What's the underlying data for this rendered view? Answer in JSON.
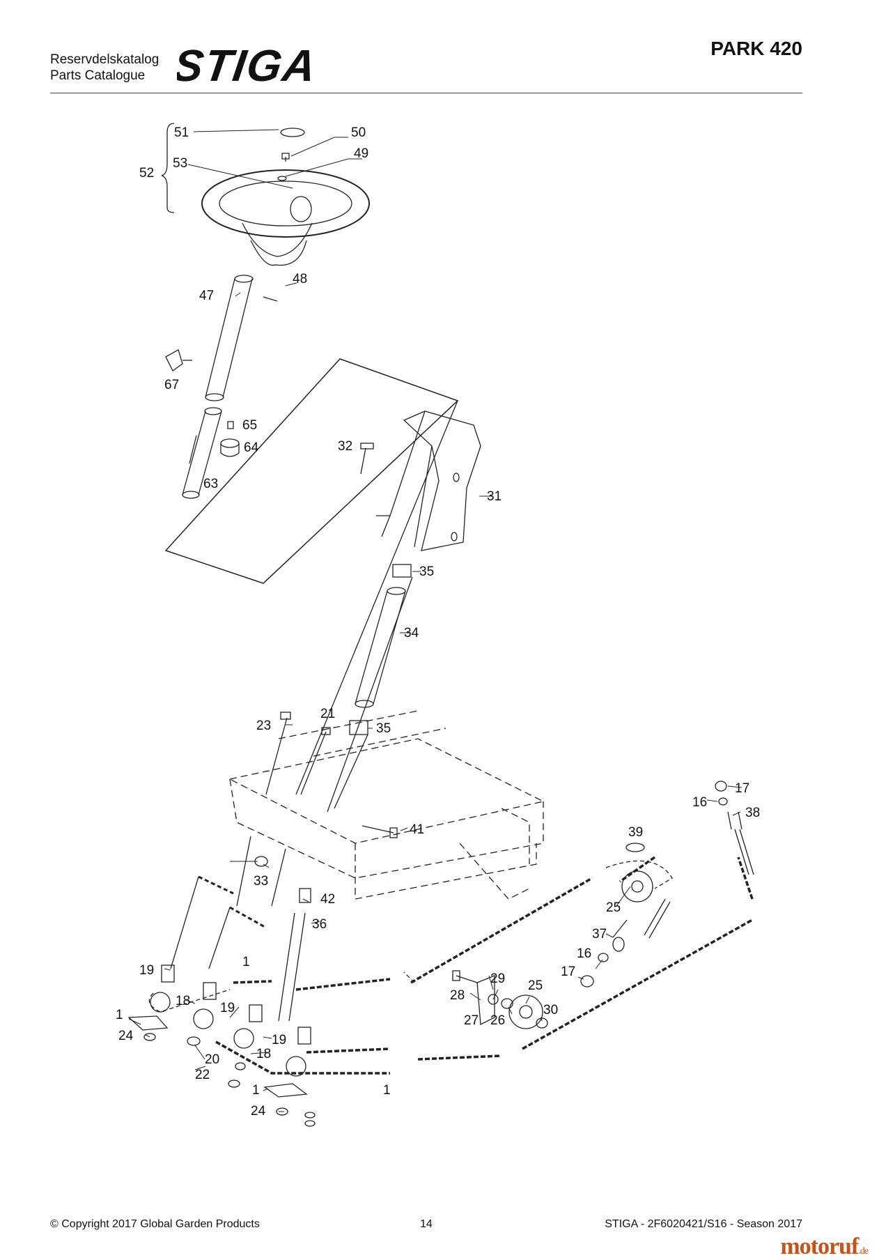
{
  "header": {
    "catalog_line1": "Reservdelskatalog",
    "catalog_line2": "Parts Catalogue",
    "brand": "STIGA",
    "model": "PARK 420"
  },
  "parts": {
    "p51": "51",
    "p50": "50",
    "p49": "49",
    "p52": "52",
    "p53": "53",
    "p48": "48",
    "p47": "47",
    "p67": "67",
    "p65": "65",
    "p64": "64",
    "p63": "63",
    "p32": "32",
    "p31": "31",
    "p35a": "35",
    "p34": "34",
    "p35b": "35",
    "p23": "23",
    "p21": "21",
    "p41": "41",
    "p33": "33",
    "p42": "42",
    "p36": "36",
    "p17a": "17",
    "p16a": "16",
    "p38": "38",
    "p39": "39",
    "p25a": "25",
    "p37": "37",
    "p16b": "16",
    "p17b": "17",
    "p29": "29",
    "p28": "28",
    "p25b": "25",
    "p30": "30",
    "p27": "27",
    "p26": "26",
    "p19a": "19",
    "p1a": "1",
    "p18a": "18",
    "p19b": "19",
    "p1b": "1",
    "p24a": "24",
    "p19c": "19",
    "p20": "20",
    "p18b": "18",
    "p22": "22",
    "p1c": "1",
    "p1d": "1",
    "p24b": "24"
  },
  "footer": {
    "copyright": "© Copyright 2017 Global Garden Products",
    "page_number": "14",
    "doc_ref": "STIGA - 2F6020421/S16 - Season 2017"
  },
  "watermark": {
    "main": "motoruf",
    "suffix": ".de"
  }
}
